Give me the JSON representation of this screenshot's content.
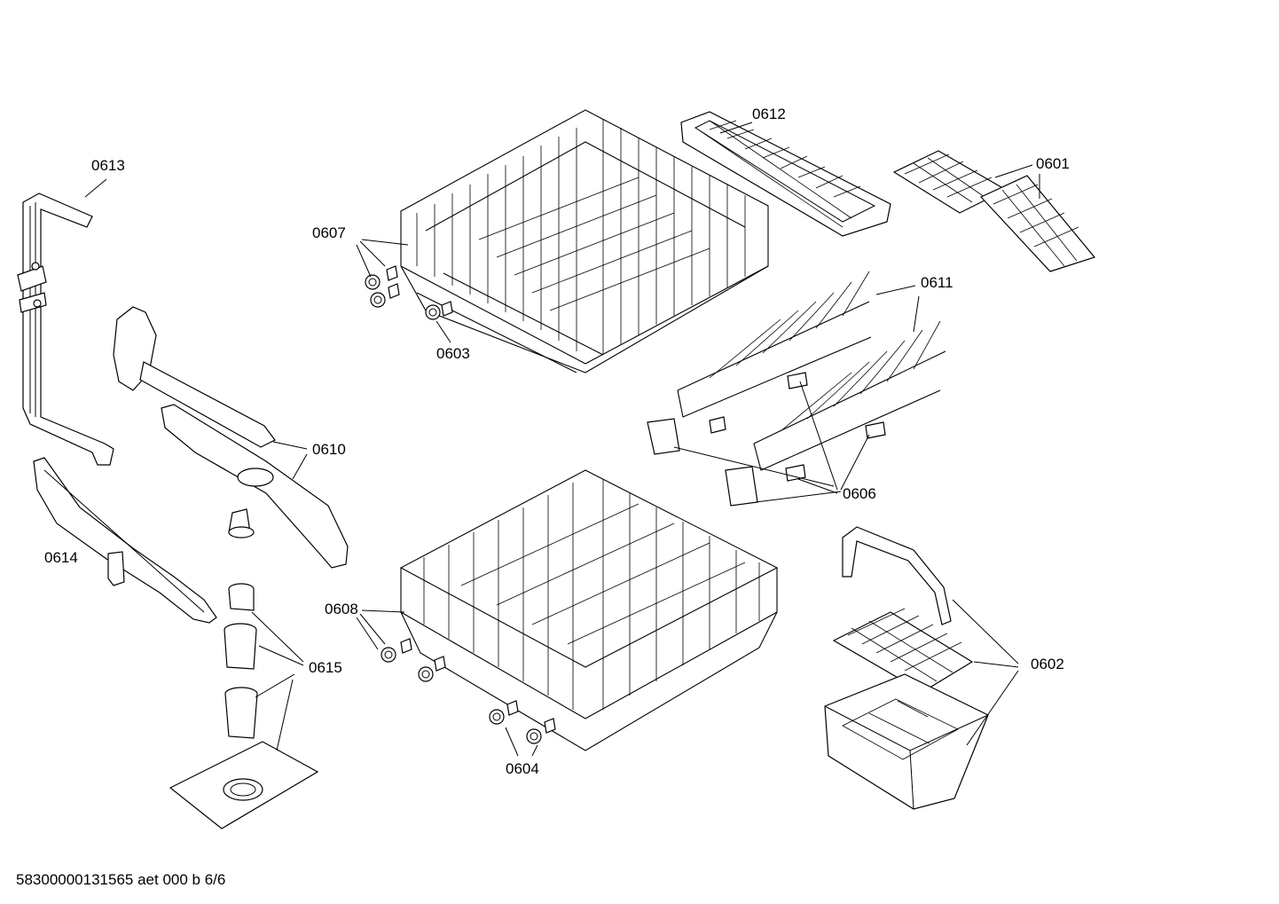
{
  "diagram": {
    "part_labels": [
      {
        "id": "0613",
        "text": "0613"
      },
      {
        "id": "0607",
        "text": "0607"
      },
      {
        "id": "0603",
        "text": "0603"
      },
      {
        "id": "0612",
        "text": "0612"
      },
      {
        "id": "0601",
        "text": "0601"
      },
      {
        "id": "0611",
        "text": "0611"
      },
      {
        "id": "0610",
        "text": "0610"
      },
      {
        "id": "0606",
        "text": "0606"
      },
      {
        "id": "0614",
        "text": "0614"
      },
      {
        "id": "0608",
        "text": "0608"
      },
      {
        "id": "0615",
        "text": "0615"
      },
      {
        "id": "0602",
        "text": "0602"
      },
      {
        "id": "0604",
        "text": "0604"
      }
    ],
    "footer": "58300000131565 aet 000 b 6/6"
  }
}
